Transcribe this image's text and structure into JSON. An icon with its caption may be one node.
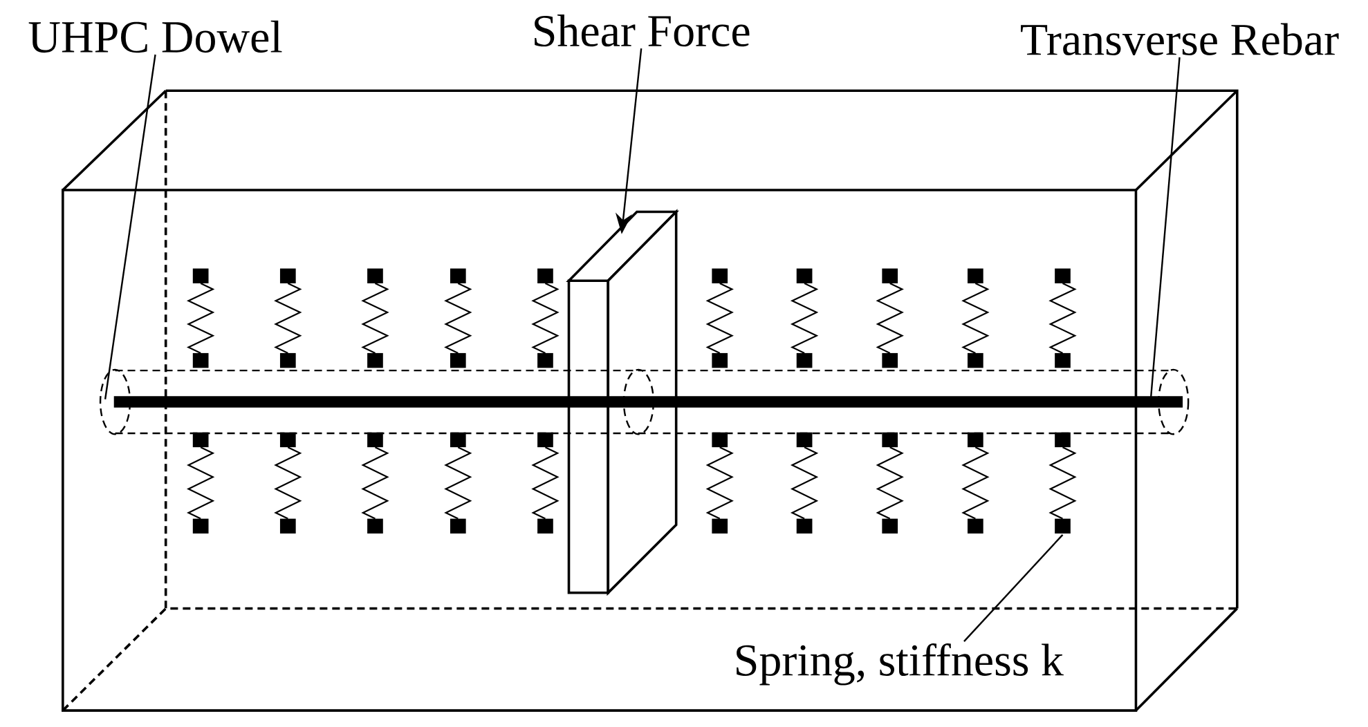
{
  "diagram": {
    "nodes": [
      {
        "text": [
          "UHPC Dowel"
        ]
      },
      {
        "text": [
          "Shear Force"
        ]
      },
      {
        "text": [
          "Transverse Rebar"
        ]
      },
      {
        "text": [
          "Spring, stiffness k"
        ]
      },
      {
        "text": [],
        "shape": "cylinder"
      },
      {
        "text": [],
        "shape": "box"
      },
      {
        "text": [],
        "shape": "bar",
        "in": 4
      },
      {
        "text": [],
        "shape": "spring"
      },
      {
        "text": [],
        "shape": "spring"
      },
      {
        "text": [],
        "shape": "spring"
      },
      {
        "text": [],
        "shape": "spring"
      },
      {
        "text": [],
        "shape": "spring"
      },
      {
        "text": [],
        "shape": "spring"
      },
      {
        "text": [],
        "shape": "spring"
      },
      {
        "text": [],
        "shape": "spring"
      },
      {
        "text": [],
        "shape": "spring"
      },
      {
        "text": [],
        "shape": "spring"
      },
      {
        "text": [],
        "shape": "spring"
      },
      {
        "text": [],
        "shape": "spring"
      },
      {
        "text": [],
        "shape": "spring"
      },
      {
        "text": [],
        "shape": "spring"
      },
      {
        "text": [],
        "shape": "spring"
      },
      {
        "text": [],
        "shape": "spring"
      },
      {
        "text": [],
        "shape": "spring"
      },
      {
        "text": [],
        "shape": "spring"
      },
      {
        "text": [],
        "shape": "spring"
      },
      {
        "text": [],
        "shape": "spring"
      }
    ],
    "edges": [
      {
        "from": 0,
        "to": 4,
        "arrow": "none"
      },
      {
        "from": 1,
        "to": 5,
        "arrow": "to"
      },
      {
        "from": 2,
        "to": 6,
        "arrow": "none"
      },
      {
        "from": 3,
        "to": 26,
        "arrow": "none"
      }
    ]
  }
}
